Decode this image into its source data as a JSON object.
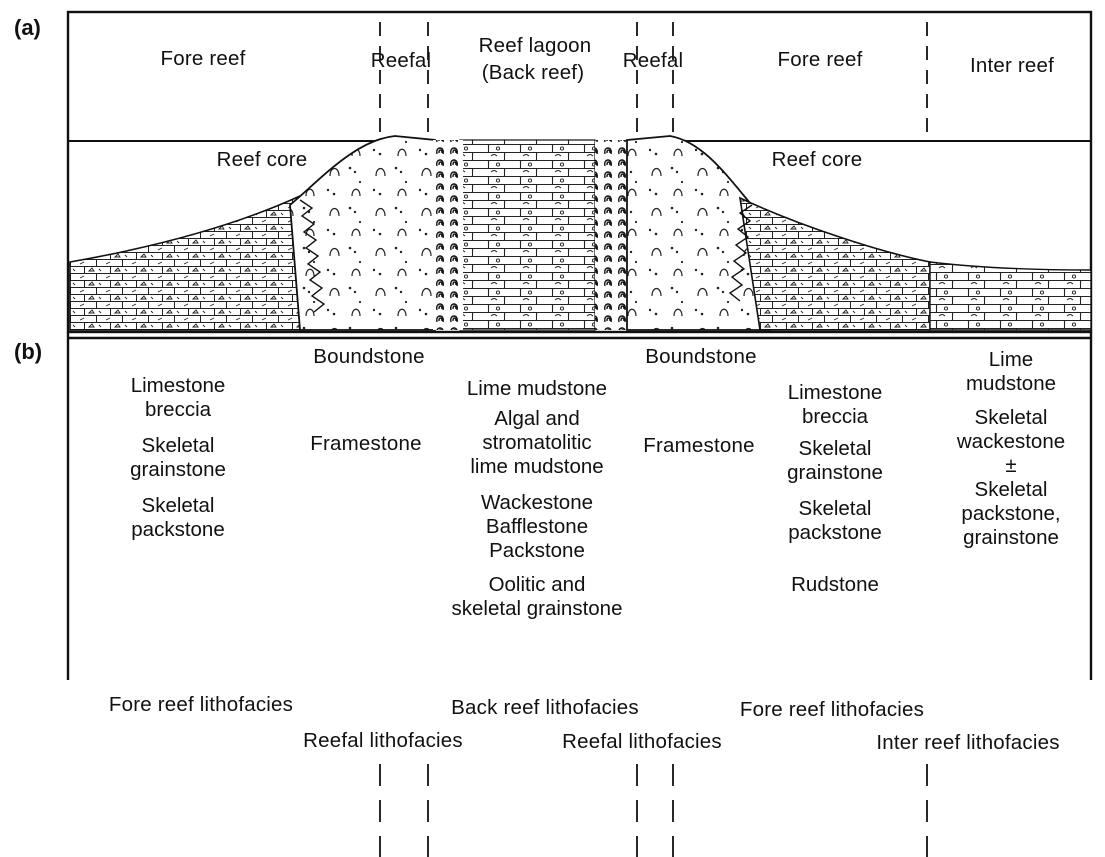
{
  "panel_labels": {
    "a": "(a)",
    "b": "(b)"
  },
  "zones_a": [
    "Fore reef",
    "Reefal",
    "Reef lagoon",
    "(Back reef)",
    "Reefal",
    "Fore reef",
    "Inter reef"
  ],
  "reef_core": [
    "Reef core",
    "Reef core"
  ],
  "lithology_b": {
    "fore_reef_left": [
      "Limestone",
      "breccia",
      "Skeletal",
      "grainstone",
      "Skeletal",
      "packstone"
    ],
    "reefal_left": [
      "Boundstone",
      "Framestone"
    ],
    "back_reef": [
      "Lime mudstone",
      "Algal and",
      "stromatolitic",
      "lime mudstone",
      "Wackestone",
      "Bafflestone",
      "Packstone",
      "Oolitic and",
      "skeletal grainstone"
    ],
    "reefal_right": [
      "Boundstone",
      "Framestone"
    ],
    "fore_reef_right": [
      "Limestone",
      "breccia",
      "Skeletal",
      "grainstone",
      "Skeletal",
      "packstone",
      "Rudstone"
    ],
    "inter_reef": [
      "Lime",
      "mudstone",
      "Skeletal",
      "wackestone",
      "±",
      "Skeletal",
      "packstone,",
      "grainstone"
    ]
  },
  "lithofacies": [
    "Fore reef lithofacies",
    "Reefal lithofacies",
    "Back reef lithofacies",
    "Reefal lithofacies",
    "Fore reef lithofacies",
    "Inter reef lithofacies"
  ]
}
